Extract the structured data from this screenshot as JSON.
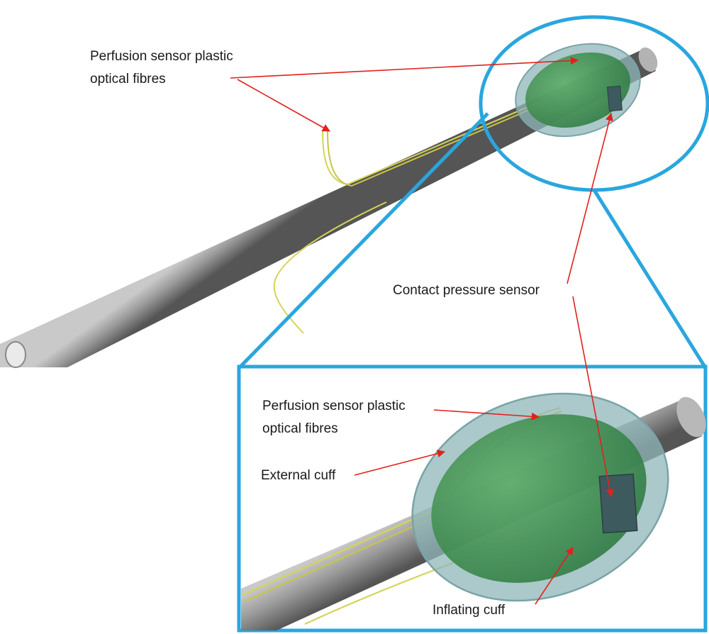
{
  "labels": {
    "top_fibres_line1": "Perfusion sensor plastic",
    "top_fibres_line2": "optical fibres",
    "contact_pressure": "Contact pressure sensor",
    "inset_fibres_line1": "Perfusion sensor plastic",
    "inset_fibres_line2": "optical fibres",
    "external_cuff": "External cuff",
    "inflating_cuff": "Inflating cuff"
  },
  "colors": {
    "tube": "#8f8f8f",
    "tube_dark": "#5c5c5c",
    "tube_light": "#c4c4c4",
    "inflating_cuff": "#3f8f4e",
    "external_cuff": "#8fb6b8",
    "sensor": "#3d5a5e",
    "fibre": "#d6d35a",
    "callout": "#2aa6de",
    "arrow": "#e2211c"
  }
}
